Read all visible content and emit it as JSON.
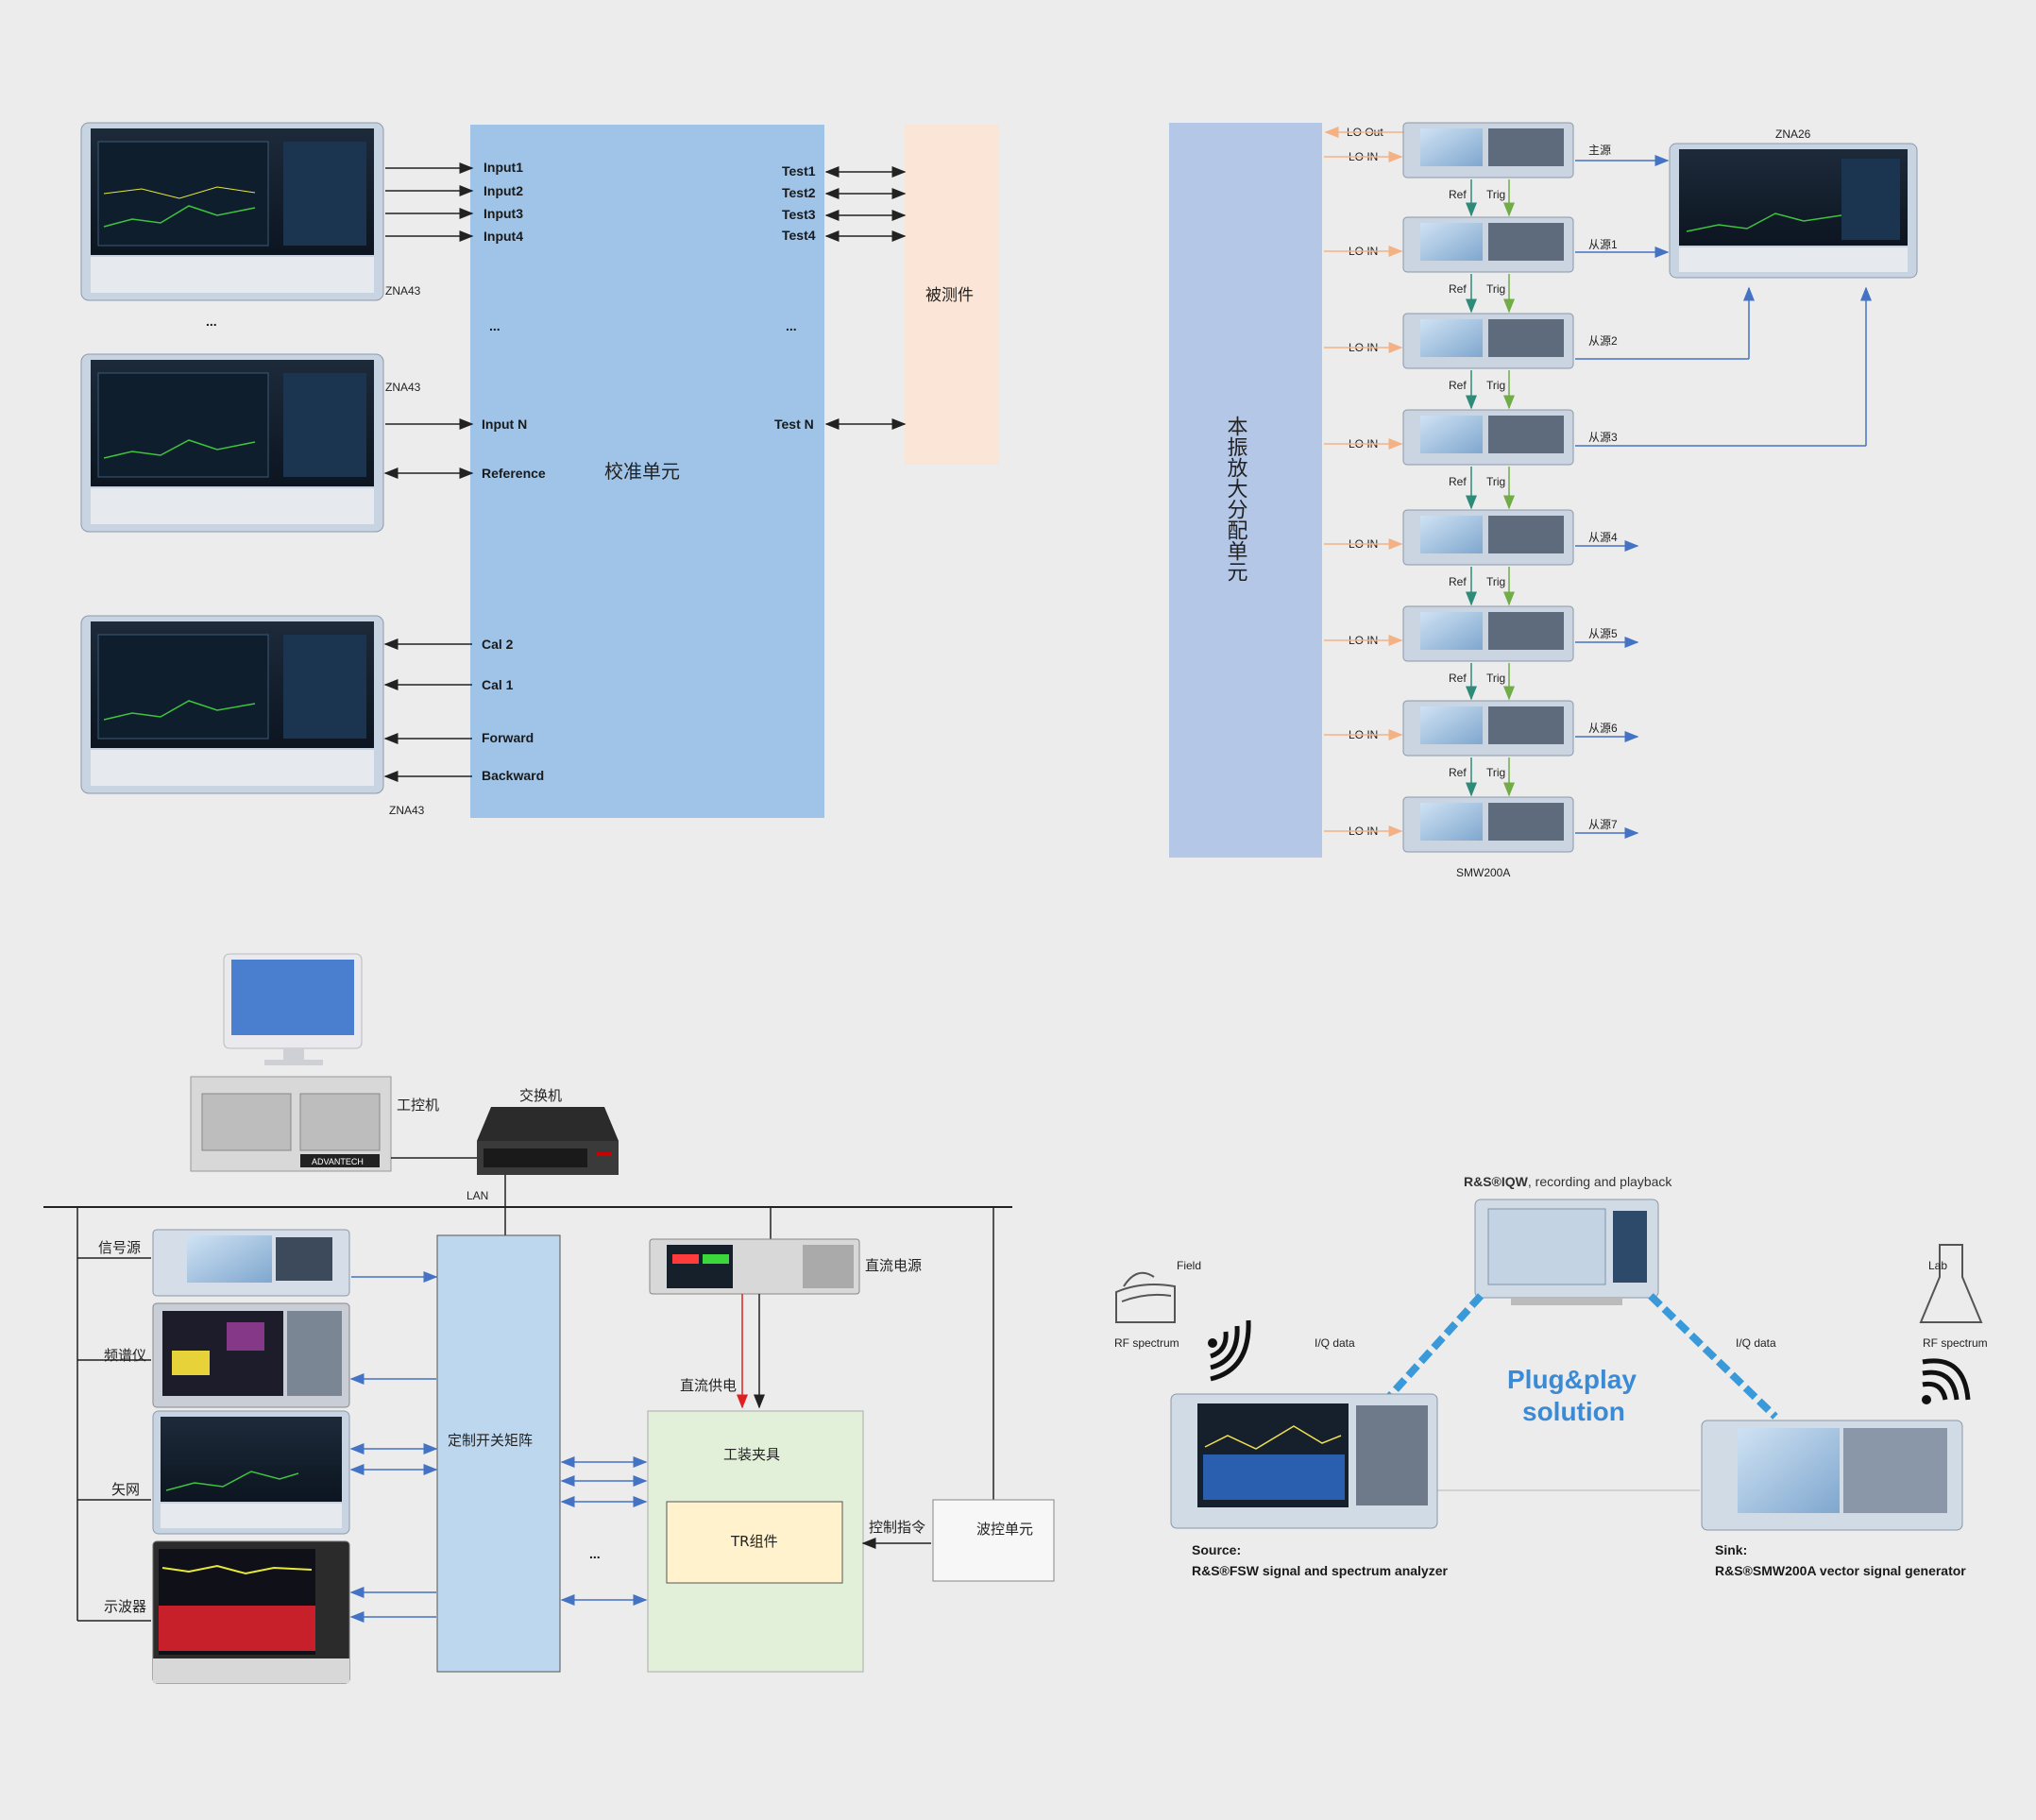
{
  "colors": {
    "calibration_unit": "#9fc4e8",
    "dut_box": "#fbe5d6",
    "lo_unit": "#b4c7e7",
    "switch_matrix": "#bdd7ee",
    "fixture": "#e2f0d9",
    "tr_box": "#fff2cc",
    "arrow_blue": "#4472c4",
    "arrow_green": "#70ad47",
    "arrow_orange": "#f4b183",
    "arrow_teal": "#2e8b7a",
    "dc_red": "#e02020"
  },
  "quadrant1": {
    "instrument_labels": [
      "ZNA43",
      "ZNA43",
      "ZNA43"
    ],
    "ellipsis_left": "...",
    "calibration_unit_label": "校准单元",
    "dut_label": "被测件",
    "ports_left": [
      "Input1",
      "Input2",
      "Input3",
      "Input4",
      "...",
      "Input N",
      "Reference",
      "Cal 2",
      "Cal 1",
      "Forward",
      "Backward"
    ],
    "ports_right": [
      "Test1",
      "Test2",
      "Test3",
      "Test4",
      "...",
      "Test N"
    ]
  },
  "quadrant2": {
    "lo_unit_label": "本振放大分配单元",
    "lo_out_label": "LO Out",
    "lo_in_label": "LO IN",
    "ref_label": "Ref",
    "trig_label": "Trig",
    "source_labels": [
      "主源",
      "从源1",
      "从源2",
      "从源3",
      "从源4",
      "从源5",
      "从源6",
      "从源7"
    ],
    "vna_label": "ZNA26",
    "generator_label": "SMW200A"
  },
  "quadrant3": {
    "ipc_label": "工控机",
    "switch_label": "交换机",
    "lan_label": "LAN",
    "ipc_brand": "ADVANTECH",
    "instruments": [
      "信号源",
      "频谱仪",
      "矢网",
      "示波器"
    ],
    "dc_power_label": "直流电源",
    "dc_feed_label": "直流供电",
    "switch_matrix_label": "定制开关矩阵",
    "fixture_label": "工装夹具",
    "tr_label": "TR组件",
    "control_cmd_label": "控制指令",
    "beam_control_label": "波控单元",
    "ellipsis": "..."
  },
  "quadrant4": {
    "top_title_bold": "R&S®IQW",
    "top_title_rest": ", recording and playback",
    "field_label": "Field",
    "lab_label": "Lab",
    "rf_spectrum_left": "RF spectrum",
    "rf_spectrum_right": "RF spectrum",
    "iq_left": "I/Q data",
    "iq_right": "I/Q data",
    "center_line1": "Plug&play",
    "center_line2": "solution",
    "source_title": "Source:",
    "source_desc": "R&S®FSW signal and spectrum analyzer",
    "sink_title": "Sink:",
    "sink_desc": "R&S®SMW200A vector signal generator"
  }
}
